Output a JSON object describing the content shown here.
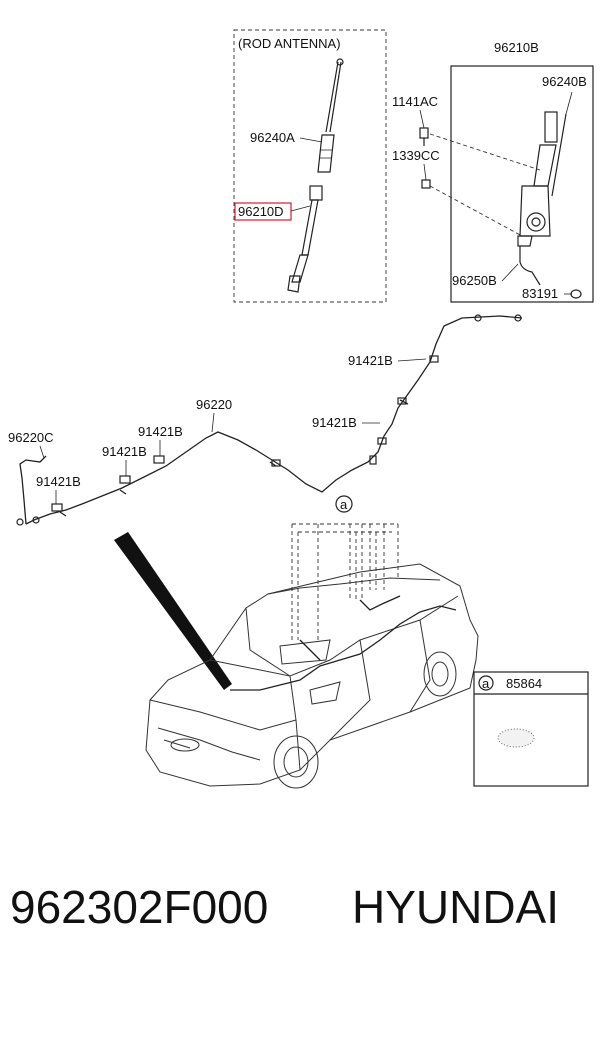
{
  "labels": {
    "rod_antenna": "(ROD ANTENNA)",
    "p96240A": "96240A",
    "p96210D": "96210D",
    "p96210B": "96210B",
    "p96240B": "96240B",
    "p1141AC": "1141AC",
    "p1339CC": "1339CC",
    "p96250B": "96250B",
    "p83191": "83191",
    "p91421B_1": "91421B",
    "p91421B_2": "91421B",
    "p96220": "96220",
    "p96220C": "96220C",
    "p91421B_3": "91421B",
    "p91421B_4": "91421B",
    "p91421B_5": "91421B",
    "callout_a": "a",
    "legend_a": "a",
    "p85864": "85864"
  },
  "footer": {
    "part_number": "962302F000",
    "brand": "HYUNDAI"
  },
  "colors": {
    "highlight": "#d0202a",
    "line": "#222222"
  }
}
